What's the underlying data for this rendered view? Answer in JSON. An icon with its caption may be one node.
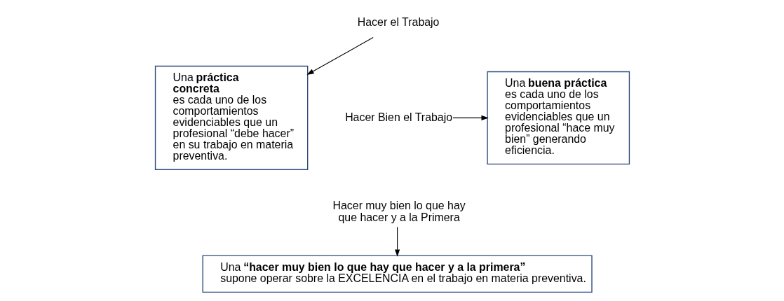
{
  "diagram": {
    "nodes": [
      {
        "text": [
          "Una **práctica concreta** es cada uno de los comportamientos evidenciables que un profesional “debe hacer” en su trabajo en materia preventiva."
        ]
      },
      {
        "text": [
          "Hacer el Trabajo"
        ]
      },
      {
        "text": [
          "Hacer Bien el Trabajo"
        ]
      },
      {
        "text": [
          "Una **buena práctica** es cada uno de los comportamientos evidenciables que un profesional “hace muy bien” generando eficiencia."
        ]
      },
      {
        "text": [
          "Hacer muy bien lo que hay que hacer y a la Primera"
        ]
      },
      {
        "text": [
          "Una **“hacer muy bien lo que hay que hacer y a la primera”** supone operar sobre la EXCELENCIA en el trabajo en materia preventiva."
        ]
      }
    ],
    "edges": [
      {
        "from": 1,
        "to": 0,
        "arrow": "to"
      },
      {
        "from": 2,
        "to": 3,
        "arrow": "to"
      },
      {
        "from": 4,
        "to": 5,
        "arrow": "to"
      }
    ]
  }
}
